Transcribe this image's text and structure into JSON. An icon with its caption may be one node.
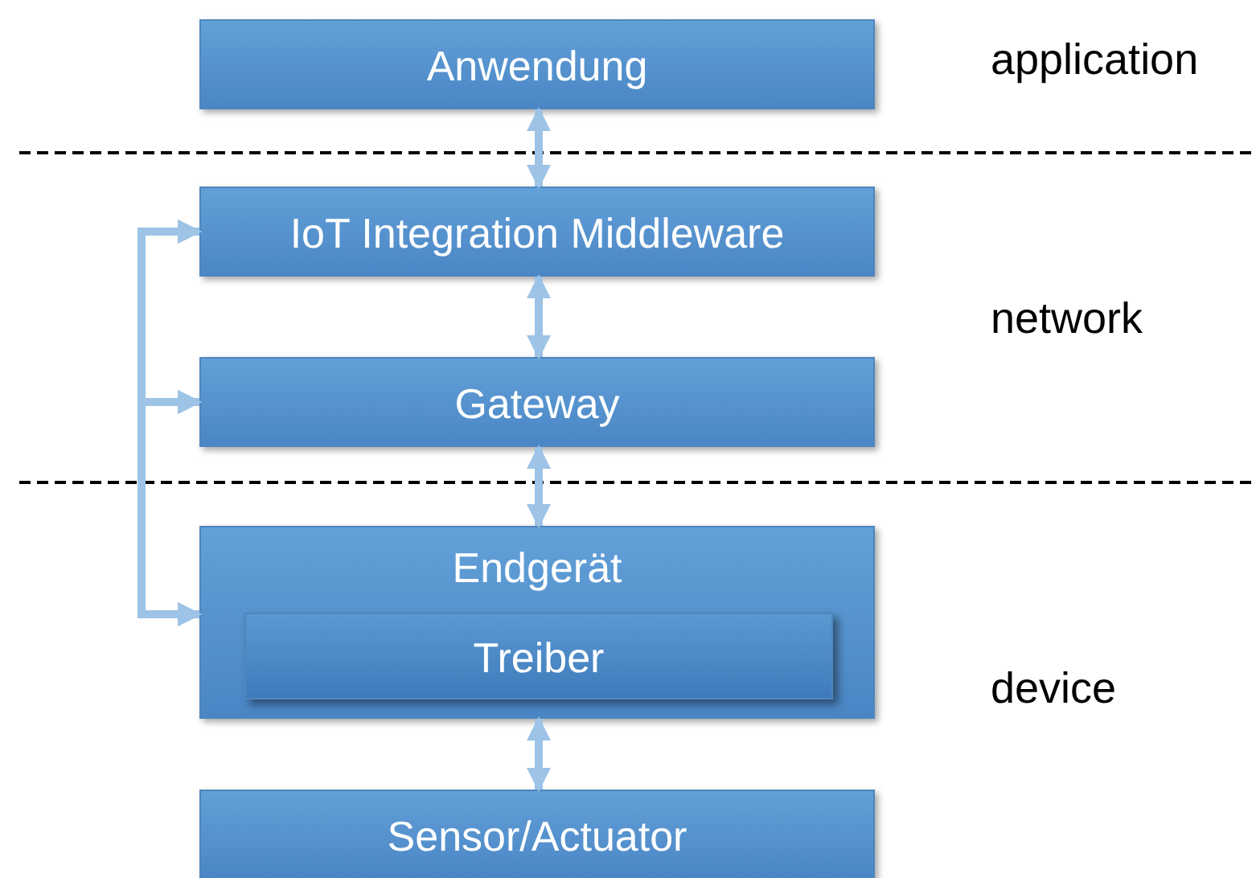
{
  "diagram": {
    "nodes": [
      {
        "text": [
          "Anwendung"
        ]
      },
      {
        "text": [
          "IoT Integration Middleware"
        ]
      },
      {
        "text": [
          "Gateway"
        ]
      },
      {
        "text": [
          "Endgerät"
        ]
      },
      {
        "text": [
          "Treiber"
        ],
        "in": 3
      },
      {
        "text": [
          "Sensor/Actuator"
        ]
      }
    ],
    "edges": [
      {
        "from": 0,
        "to": 1,
        "arrow": "both"
      },
      {
        "from": 1,
        "to": 2,
        "arrow": "both"
      },
      {
        "from": 2,
        "to": 3,
        "arrow": "both"
      },
      {
        "from": 3,
        "to": 5,
        "arrow": "both"
      },
      {
        "from": 1,
        "to": 2,
        "arrow": "both"
      },
      {
        "from": 1,
        "to": 3,
        "arrow": "both"
      },
      {
        "from": 2,
        "to": 3,
        "arrow": "both"
      }
    ],
    "labels": [
      "application",
      "network",
      "device"
    ]
  }
}
